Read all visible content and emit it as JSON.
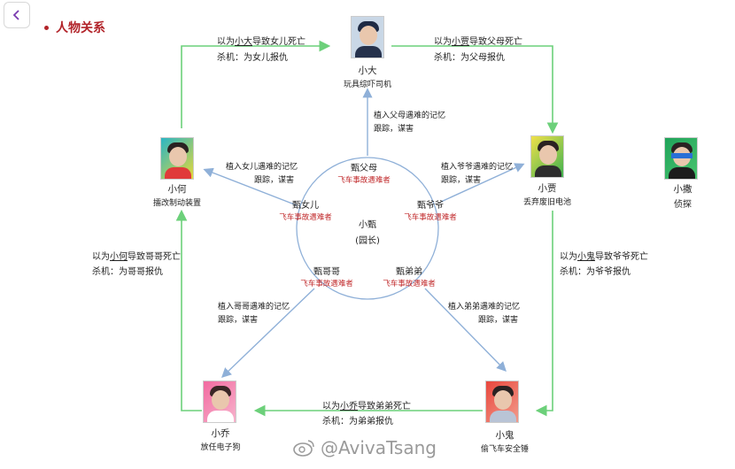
{
  "title": "人物关系",
  "center": {
    "name": "小甄",
    "role": "(园长)"
  },
  "victims": {
    "father": {
      "name": "甄父母",
      "tag": "飞车事故遇难者"
    },
    "daughter": {
      "name": "甄女儿",
      "tag": "飞车事故遇难者"
    },
    "grandpa": {
      "name": "甄爷爷",
      "tag": "飞车事故遇难者"
    },
    "brother": {
      "name": "甄哥哥",
      "tag": "飞车事故遇难者"
    },
    "younger": {
      "name": "甄弟弟",
      "tag": "飞车事故遇难者"
    }
  },
  "characters": {
    "xiaoda": {
      "name": "小大",
      "desc": "玩具综吓司机",
      "avatar": "person-xiaoda-avatar"
    },
    "xiaohe": {
      "name": "小何",
      "desc": "擂改制动装置",
      "avatar": "person-xiaohe-avatar"
    },
    "xiaojia": {
      "name": "小贾",
      "desc": "丢弃废旧电池",
      "avatar": "person-xiaojia-avatar"
    },
    "xiaosa": {
      "name": "小撒",
      "desc": "侦探",
      "avatar": "person-xiaosa-avatar"
    },
    "xiaoqiao": {
      "name": "小乔",
      "desc": "放任电子狗",
      "avatar": "person-xiaoqiao-avatar"
    },
    "xiaogui": {
      "name": "小鬼",
      "desc": "偷飞车安全锤",
      "avatar": "person-xiaogui-avatar"
    }
  },
  "edges": {
    "top_left": {
      "pre": "以为",
      "u": "小大",
      "post": "导致女儿死亡",
      "motive": "杀机：为女儿报仇"
    },
    "top_right": {
      "pre": "以为",
      "u": "小贾",
      "post": "导致父母死亡",
      "motive": "杀机：为父母报仇"
    },
    "left": {
      "pre": "以为",
      "u": "小何",
      "post": "导致哥哥死亡",
      "motive": "杀机：为哥哥报仇"
    },
    "right": {
      "pre": "以为",
      "u": "小鬼",
      "post": "导致爷爷死亡",
      "motive": "杀机：为爷爷报仇"
    },
    "bottom": {
      "pre": "以为",
      "u": "小乔",
      "post": "导致弟弟死亡",
      "motive": "杀机：为弟弟报仇"
    }
  },
  "implants": {
    "father": {
      "line1": "植入父母遇难的记忆",
      "line2": "跟踪，谋害"
    },
    "daughter": {
      "line1": "植入女儿遇难的记忆",
      "line2": "跟踪，谋害"
    },
    "grandpa": {
      "line1": "植入爷爷遇难的记忆",
      "line2": "跟踪，谋害"
    },
    "brother": {
      "line1": "植入哥哥遇难的记忆",
      "line2": "跟踪，谋害"
    },
    "younger": {
      "line1": "植入弟弟遇难的记忆",
      "line2": "跟踪，谋害"
    }
  },
  "watermark": "@AvivaTsang",
  "colors": {
    "title": "#b2242a",
    "green": "#6cd07a",
    "blue": "#8fb0d8",
    "red": "#c0282a"
  }
}
